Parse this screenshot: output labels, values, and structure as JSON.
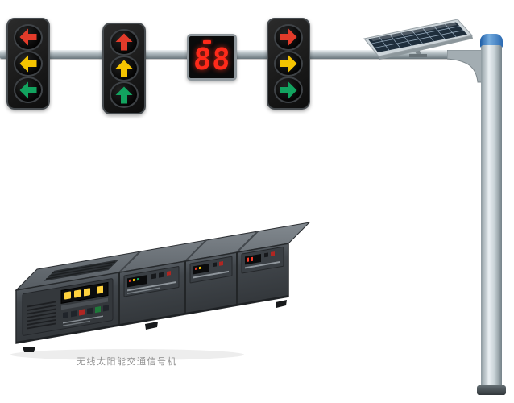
{
  "caption": {
    "text": "无线太阳能交通信号机"
  },
  "colors": {
    "red": "#e23b2a",
    "yellow": "#f5c400",
    "green": "#12a35f",
    "timer_red": "#ff2a1a",
    "housing": "#141414",
    "pole_blue_cap": "#2f6cb0",
    "panel_cell": "#1f2e3c"
  },
  "countdown": {
    "value": "88"
  },
  "signal_heads": [
    {
      "id": "left-arrow-head",
      "arrow_direction": "left",
      "lights": [
        "red",
        "yellow",
        "green"
      ]
    },
    {
      "id": "up-arrow-head",
      "arrow_direction": "up",
      "lights": [
        "red",
        "yellow",
        "green"
      ]
    },
    {
      "id": "right-arrow-head",
      "arrow_direction": "right",
      "lights": [
        "red",
        "yellow",
        "green"
      ]
    }
  ],
  "equipment": {
    "solar_panel": "solar-panel",
    "pole": "signal-pole-with-mast-arm",
    "controller": "wireless-solar-traffic-signal-controller"
  }
}
